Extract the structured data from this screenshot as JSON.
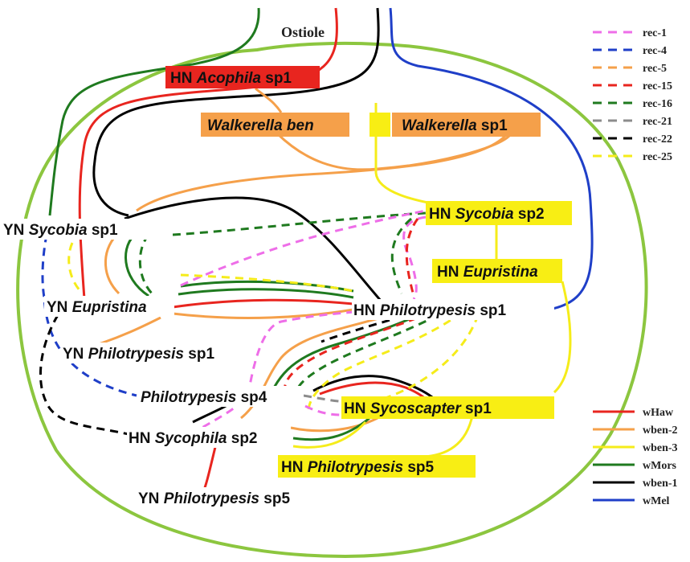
{
  "title": "Ostiole",
  "colors": {
    "fig_outline": "#8cc63f",
    "red": "#e8251f",
    "orange": "#f5a04a",
    "yellow": "#f5ec1a",
    "green": "#1f7a1f",
    "black": "#000000",
    "blue": "#1f3fc8",
    "pink": "#ee6ee8",
    "gray": "#8c8c8c",
    "label_red_fill": "#e8251f",
    "label_orange_fill": "#f5a04a",
    "label_yellow_fill": "#f8ee14"
  },
  "nodes": {
    "hn_acophila": {
      "prefix": "HN ",
      "italic": "Acophila",
      "suffix": " sp1"
    },
    "walkerella_ben": {
      "prefix": "",
      "italic": "Walkerella ben",
      "suffix": ""
    },
    "walkerella_sp1": {
      "prefix": "",
      "italic": "Walkerella",
      "suffix": " sp1"
    },
    "hn_sycobia_sp2": {
      "prefix": "HN ",
      "italic": "Sycobia",
      "suffix": " sp2"
    },
    "hn_eupristina": {
      "prefix": "HN ",
      "italic": "Eupristina",
      "suffix": ""
    },
    "yn_sycobia_sp1": {
      "prefix": "YN ",
      "italic": "Sycobia",
      "suffix": " sp1"
    },
    "yn_eupristina": {
      "prefix": "YN ",
      "italic": "Eupristina",
      "suffix": ""
    },
    "hn_philotrypesis_sp1": {
      "prefix": "HN ",
      "italic": "Philotrypesis",
      "suffix": " sp1"
    },
    "yn_philotrypesis_sp1": {
      "prefix": "YN ",
      "italic": "Philotrypesis",
      "suffix": " sp1"
    },
    "philotrypesis_sp4": {
      "prefix": "",
      "italic": "Philotrypesis",
      "suffix": " sp4"
    },
    "hn_sycoscapter_sp1": {
      "prefix": "HN ",
      "italic": "Sycoscapter",
      "suffix": " sp1"
    },
    "hn_sycophila_sp2": {
      "prefix": "HN ",
      "italic": "Sycophila",
      "suffix": " sp2"
    },
    "hn_philotrypesis_sp5": {
      "prefix": "HN ",
      "italic": "Philotrypesis",
      "suffix": " sp5"
    },
    "yn_philotrypesis_sp5": {
      "prefix": "YN ",
      "italic": "Philotrypesis",
      "suffix": " sp5"
    }
  },
  "legend_dashed": [
    {
      "label": "rec-1",
      "color": "#ee6ee8"
    },
    {
      "label": "rec-4",
      "color": "#1f3fc8"
    },
    {
      "label": "rec-5",
      "color": "#f5a04a"
    },
    {
      "label": "rec-15",
      "color": "#e8251f"
    },
    {
      "label": "rec-16",
      "color": "#1f7a1f"
    },
    {
      "label": "rec-21",
      "color": "#8c8c8c"
    },
    {
      "label": "rec-22",
      "color": "#000000"
    },
    {
      "label": "rec-25",
      "color": "#f5ec1a"
    }
  ],
  "legend_solid": [
    {
      "label": "wHaw",
      "color": "#e8251f"
    },
    {
      "label": "wben-2",
      "color": "#f5a04a"
    },
    {
      "label": "wben-3",
      "color": "#f5ec1a"
    },
    {
      "label": "wMors",
      "color": "#1f7a1f"
    },
    {
      "label": "wben-1",
      "color": "#000000"
    },
    {
      "label": "wMel",
      "color": "#1f3fc8"
    }
  ]
}
